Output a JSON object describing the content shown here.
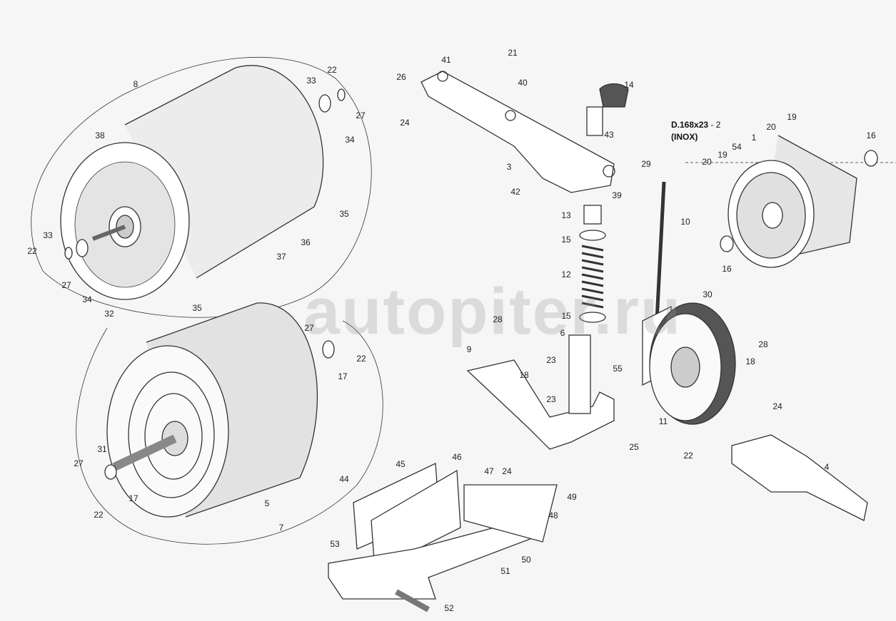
{
  "watermark": "autopiter.ru",
  "inset": {
    "code": "D.168x23",
    "qty": " - 2",
    "material": "(INOX)"
  },
  "callouts": [
    "8",
    "22",
    "33",
    "27",
    "34",
    "38",
    "35",
    "36",
    "37",
    "32",
    "33",
    "22",
    "27",
    "34",
    "35",
    "27",
    "22",
    "17",
    "31",
    "27",
    "17",
    "22",
    "5",
    "7",
    "21",
    "41",
    "26",
    "24",
    "40",
    "3",
    "42",
    "14",
    "43",
    "39",
    "13",
    "15",
    "12",
    "15",
    "29",
    "10",
    "9",
    "28",
    "18",
    "6",
    "23",
    "23",
    "55",
    "11",
    "25",
    "30",
    "28",
    "18",
    "24",
    "22",
    "4",
    "45",
    "46",
    "47",
    "24",
    "44",
    "49",
    "48",
    "50",
    "53",
    "51",
    "52",
    "19",
    "20",
    "16",
    "1",
    "54",
    "19",
    "20",
    "16"
  ]
}
